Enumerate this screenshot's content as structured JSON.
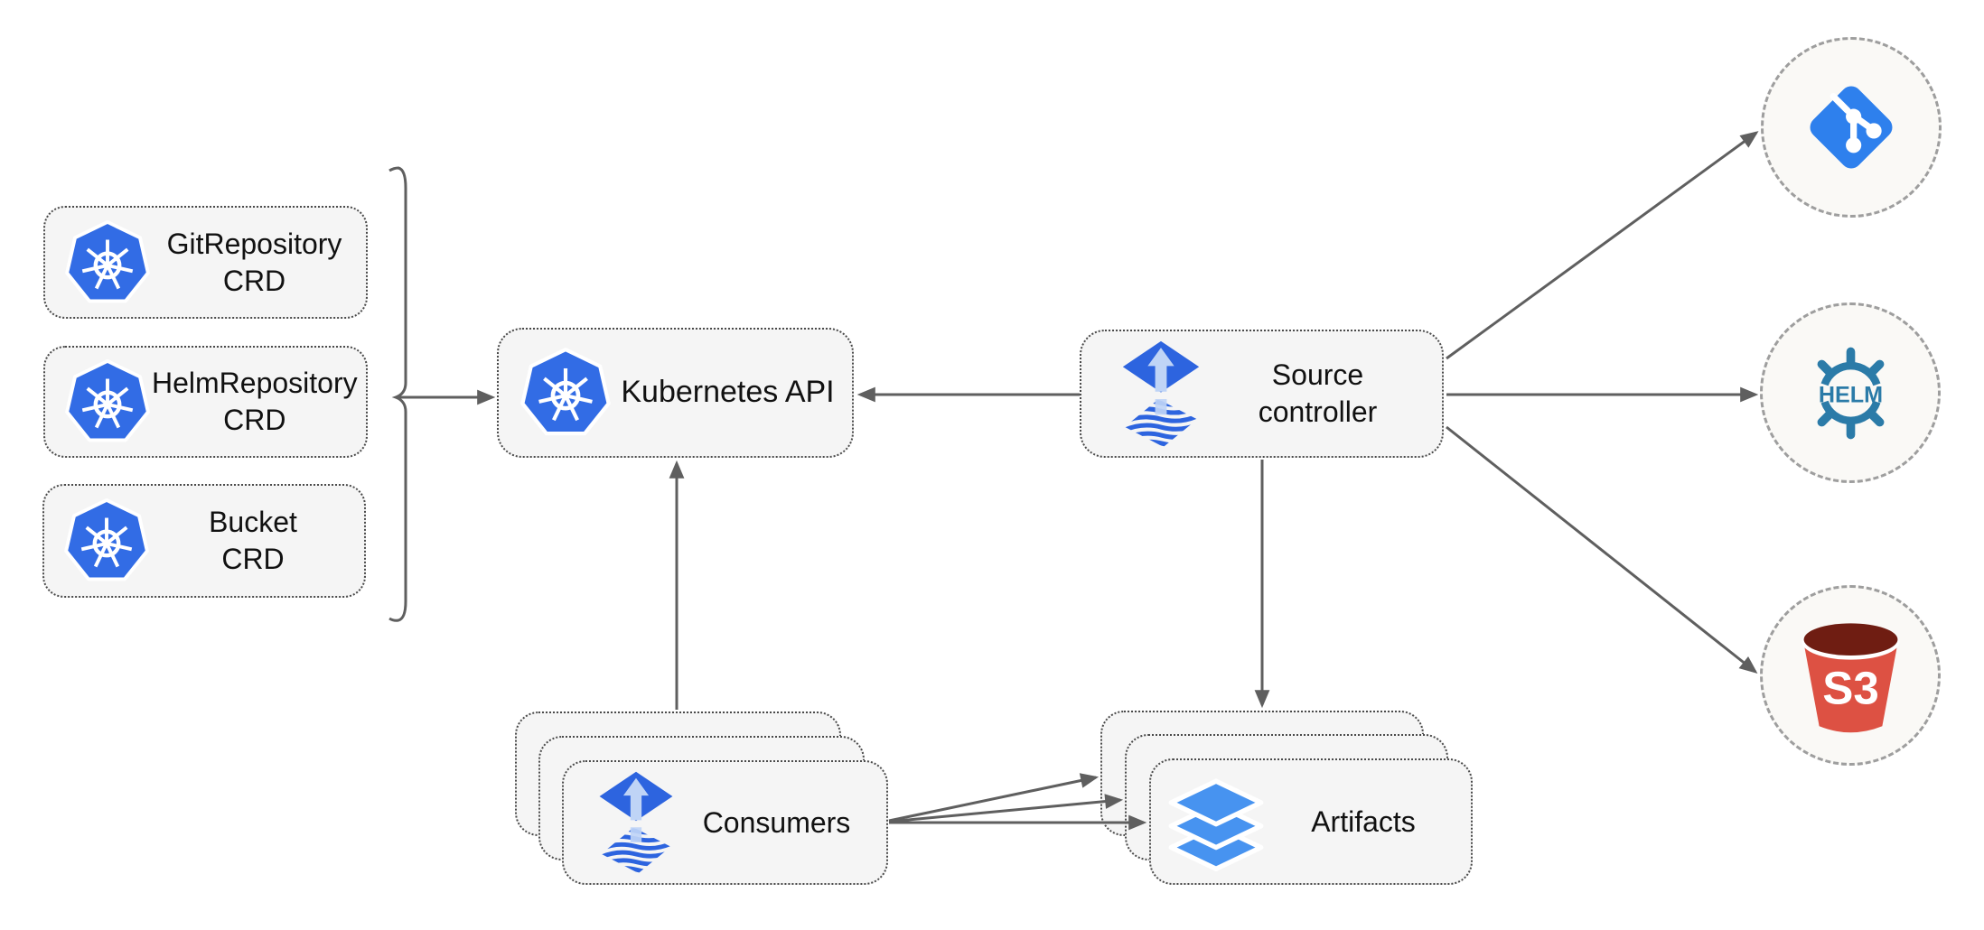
{
  "colors": {
    "kubernetes_blue": "#326CE5",
    "flux_blue": "#2D64DF",
    "flux_arrow_light": "#BFD4F6",
    "layers_blue": "#4793F0",
    "git_blue": "#2E80ED",
    "helm_teal": "#2B7BA8",
    "s3_red": "#DD5143",
    "s3_dark": "#6F1D12",
    "line_gray": "#5F5F5F",
    "box_fill": "#F5F5F5",
    "box_border": "#4A4A4A",
    "circle_fill": "#FAF9F6",
    "circle_border": "#9E9E9E",
    "text_color": "#111111"
  },
  "nodes": {
    "crd_boxes": [
      {
        "title": "GitRepository",
        "sub": "CRD",
        "icon": "kubernetes-icon"
      },
      {
        "title": "HelmRepository",
        "sub": "CRD",
        "icon": "kubernetes-icon"
      },
      {
        "title": "Bucket",
        "sub": "CRD",
        "icon": "kubernetes-icon"
      }
    ],
    "kubernetes_api": {
      "label": "Kubernetes API",
      "icon": "kubernetes-icon"
    },
    "source_controller": {
      "label_line1": "Source",
      "label_line2": "controller",
      "icon": "flux-icon"
    },
    "consumers": {
      "label": "Consumers",
      "icon": "flux-icon",
      "stack_count": 3
    },
    "artifacts": {
      "label": "Artifacts",
      "icon": "layers-icon",
      "stack_count": 3
    },
    "git_endpoint": {
      "icon": "git-icon"
    },
    "helm_endpoint": {
      "icon": "helm-icon",
      "logo_text": "HELM"
    },
    "s3_endpoint": {
      "icon": "s3-bucket-icon",
      "logo_text": "S3"
    }
  },
  "edges": [
    {
      "from": "crd-group",
      "to": "kubernetes-api",
      "arrow": true
    },
    {
      "from": "source-controller",
      "to": "kubernetes-api",
      "arrow": true
    },
    {
      "from": "consumers",
      "to": "kubernetes-api",
      "arrow": true
    },
    {
      "from": "source-controller",
      "to": "git-endpoint",
      "arrow": true
    },
    {
      "from": "source-controller",
      "to": "helm-endpoint",
      "arrow": true
    },
    {
      "from": "source-controller",
      "to": "s3-endpoint",
      "arrow": true
    },
    {
      "from": "source-controller",
      "to": "artifacts",
      "arrow": true
    },
    {
      "from": "consumers",
      "to": "artifacts",
      "arrow": true,
      "count": 3
    }
  ]
}
